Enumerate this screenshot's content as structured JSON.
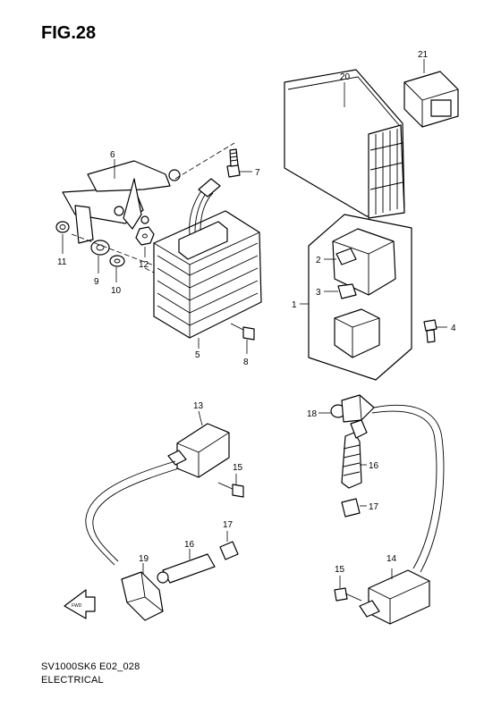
{
  "figure": {
    "title": "FIG.28",
    "model_code": "SV1000SK6 E02_028",
    "section_name": "ELECTRICAL"
  },
  "callouts": {
    "c1": "1",
    "c2": "2",
    "c3": "3",
    "c4": "4",
    "c5": "5",
    "c6": "6",
    "c7": "7",
    "c8": "8",
    "c9": "9",
    "c10": "10",
    "c11": "11",
    "c12": "12",
    "c13": "13",
    "c14": "14",
    "c15a": "15",
    "c15b": "15",
    "c16a": "16",
    "c16b": "16",
    "c17a": "17",
    "c17b": "17",
    "c18": "18",
    "c19": "19",
    "c20": "20",
    "c21": "21"
  },
  "direction_badge": "FWD"
}
